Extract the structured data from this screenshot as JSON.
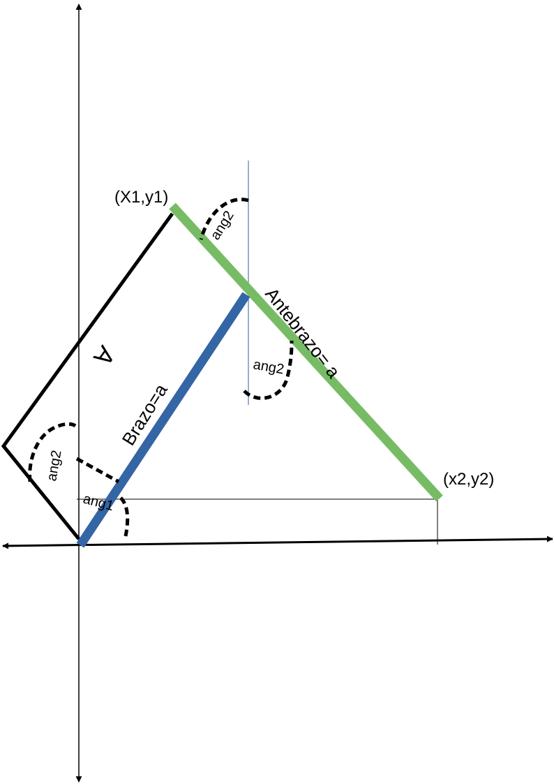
{
  "labels": {
    "point1": "(X1,y1)",
    "point2": "(x2,y2)",
    "upper_arm": "Brazo=a",
    "forearm": "Antebrazo= a",
    "side_A": "A",
    "ang1": "ang1",
    "ang2_top": "ang2",
    "ang2_middle": "ang2",
    "ang2_left": "ang2"
  },
  "colors": {
    "upper_arm": "#3465a4",
    "forearm": "#77bc65",
    "axes": "#000000",
    "vertical_reference": "#2a6099",
    "outline": "#000000"
  }
}
